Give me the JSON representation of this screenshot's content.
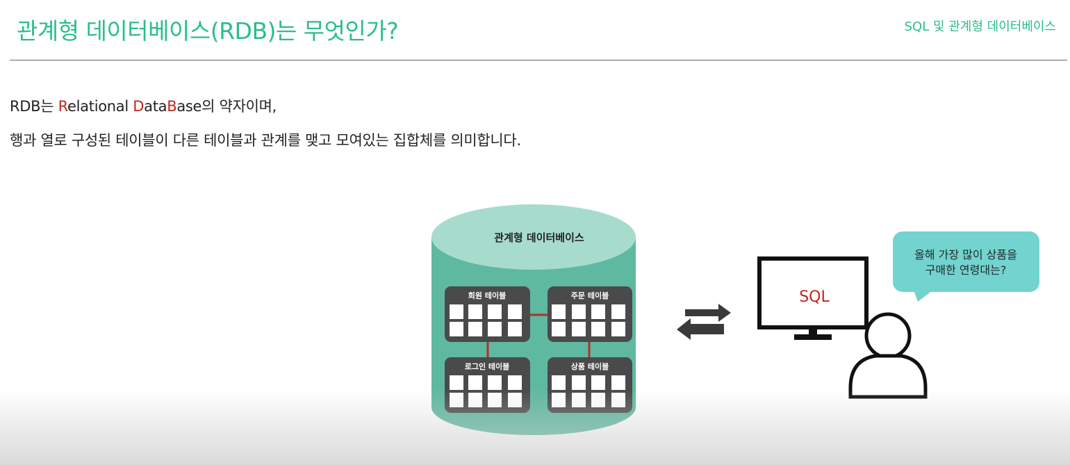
{
  "header": {
    "title": "관계형 데이터베이스(RDB)는 무엇인가?",
    "topic": "SQL 및 관계형 데이터베이스"
  },
  "body": {
    "line1": {
      "prefix": "RDB는 ",
      "r": "R",
      "relational_rest": "elational ",
      "d": "D",
      "data": "ata",
      "b": "B",
      "base_rest": "ase의 약자이며,"
    },
    "line2": "행과 열로 구성된 테이블이 다른 테이블과 관계를 맺고 모여있는 집합체를 의미합니다."
  },
  "diagram": {
    "db_label": "관계형 데이터베이스",
    "tables": {
      "member": "회원 테이블",
      "order": "주문 테이블",
      "login": "로그인 테이블",
      "product": "상품 테이블"
    },
    "monitor_text": "SQL",
    "speech": {
      "line1": "올해 가장 많이 상품을",
      "line2": "구매한 연령대는?"
    }
  },
  "colors": {
    "accent": "#2bbd8e",
    "highlight": "#c0261c",
    "cylinder_body": "#5fb9a1",
    "cylinder_top": "#a7dccd",
    "table_bg": "#4a4a4a",
    "relation_line": "#b0302a",
    "speech_bubble": "#72d3cf"
  }
}
